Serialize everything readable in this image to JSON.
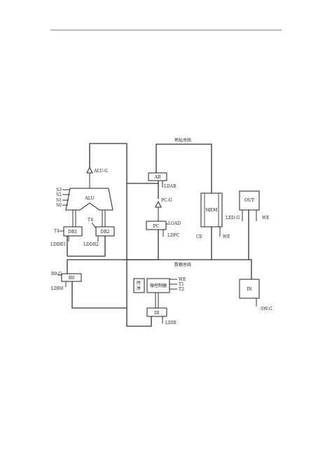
{
  "diagram": {
    "address_bus_label": "地址总线",
    "data_bus_label": "数据总线",
    "blocks": {
      "alu": "ALU",
      "dr1": "DR1",
      "dr2": "DR2",
      "ar": "AR",
      "pc": "PC",
      "mem": "MEM",
      "out": "OUT",
      "in": "IN",
      "r0": "R0",
      "ir": "IR",
      "timing_line1": "时",
      "timing_line2": "序",
      "micro_controller": "微控制器"
    },
    "signals": {
      "alu_g": "ALU-G",
      "s3": "S3",
      "s2": "S2",
      "s1": "S1",
      "s0": "S0",
      "t4_left": "T4",
      "t4_right": "T4",
      "lddr1": "LDDR1",
      "lddr2": "LDDR2",
      "ldar": "LDAR",
      "pc_g": "PC-G",
      "load": "LOAD",
      "ldpc": "LDPC",
      "ce": "CE",
      "we_mem": "WE",
      "led_g": "LED-G",
      "we_out": "WE",
      "r0_g": "R0-G",
      "ldr0": "LDR0",
      "we_ctrl": "WE",
      "t1": "T1",
      "t2": "T2",
      "ldir": "LDIR",
      "sw_g": "SW-G"
    }
  }
}
